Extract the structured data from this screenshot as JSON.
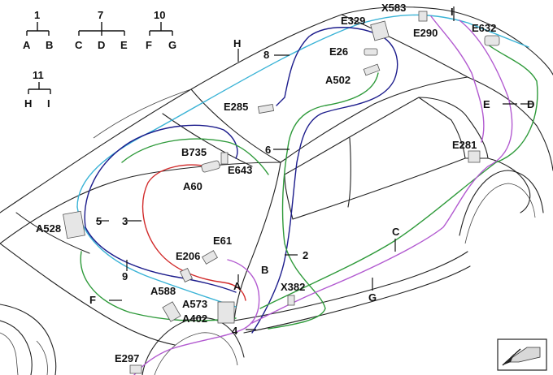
{
  "legend": {
    "g1": {
      "root": "1",
      "children": [
        "A",
        "B"
      ]
    },
    "g7": {
      "root": "7",
      "children": [
        "C",
        "D",
        "E"
      ]
    },
    "g10": {
      "root": "10",
      "children": [
        "F",
        "G"
      ]
    },
    "g11": {
      "root": "11",
      "children": [
        "H",
        "I"
      ]
    }
  },
  "components": {
    "X583": "X583",
    "E329": "E329",
    "E290": "E290",
    "E632": "E632",
    "E26": "E26",
    "A502": "A502",
    "E285": "E285",
    "B735": "B735",
    "E643": "E643",
    "A60": "A60",
    "E281": "E281",
    "A528": "A528",
    "E61": "E61",
    "E206": "E206",
    "A588": "A588",
    "A573": "A573",
    "A402": "A402",
    "X382": "X382",
    "E297": "E297"
  },
  "callouts": {
    "H": "H",
    "I": "I",
    "D": "D",
    "E": "E",
    "C": "C",
    "G": "G",
    "F": "F",
    "A": "A",
    "B": "B",
    "n2": "2",
    "n3": "3",
    "n4": "4",
    "n5": "5",
    "n6": "6",
    "n8": "8",
    "n9": "9"
  },
  "wire_colors": {
    "H": "#3ab3d6",
    "blue": "#1c1c8c",
    "red": "#d12a2a",
    "green": "#2e9a3a",
    "purple": "#b25ad0",
    "E": "#b25ad0",
    "D": "#2e9a3a"
  },
  "icons": [
    "view-direction-icon"
  ]
}
